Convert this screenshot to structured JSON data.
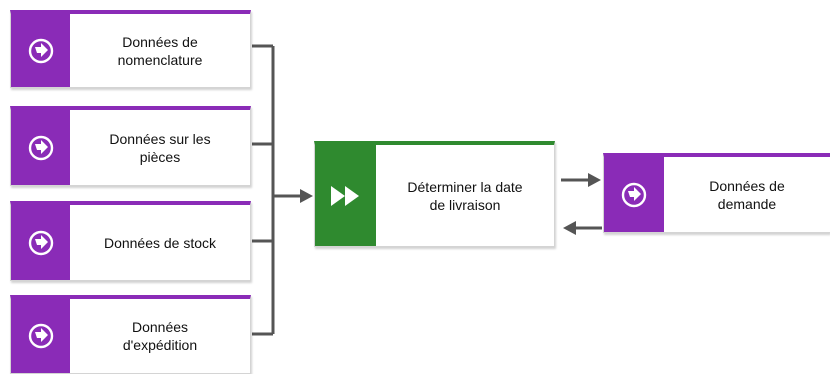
{
  "diagram": {
    "inputs": [
      {
        "label": "Données de\nnomenclature"
      },
      {
        "label": "Données sur les\npièces"
      },
      {
        "label": "Données de stock"
      },
      {
        "label": "Données\nd'expédition"
      }
    ],
    "function": {
      "label": "Déterminer la date\nde livraison"
    },
    "output": {
      "label": "Données de\ndemande"
    }
  },
  "colors": {
    "data_object": "#8a2bb7",
    "function": "#2f8a2f",
    "connector": "#555555"
  },
  "icons": {
    "data_icon": "circle-arrow-icon",
    "function_icon": "fast-forward-icon"
  }
}
